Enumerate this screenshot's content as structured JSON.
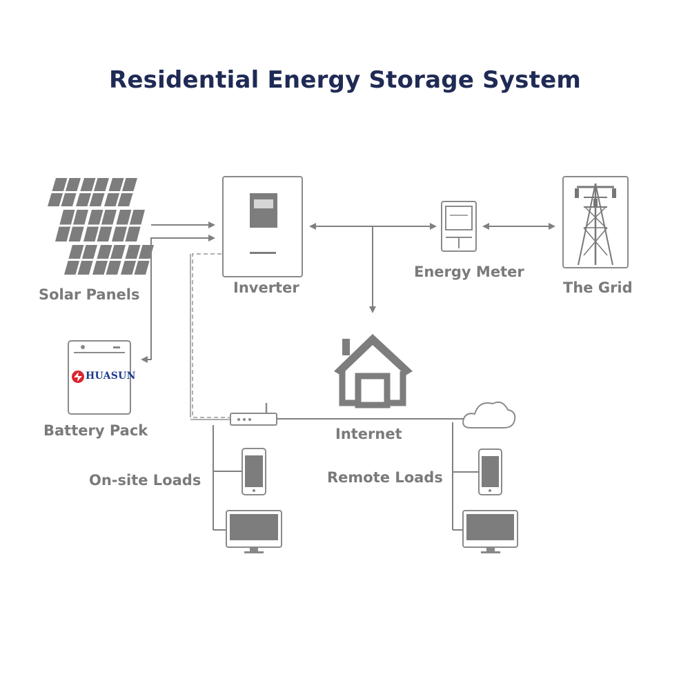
{
  "title": "Residential Energy Storage System",
  "colors": {
    "title": "#1f2a55",
    "label": "#7a7a7a",
    "icon_fill": "#7d7d7d",
    "icon_stroke": "#888888",
    "logo_blue": "#1a3a8a",
    "logo_red": "#d8262e"
  },
  "labels": {
    "solar_panels": "Solar Panels",
    "inverter": "Inverter",
    "energy_meter": "Energy Meter",
    "the_grid": "The Grid",
    "battery_pack": "Battery Pack",
    "internet": "Internet",
    "onsite_loads": "On-site Loads",
    "remote_loads": "Remote Loads"
  },
  "battery_brand": "HUASUN"
}
